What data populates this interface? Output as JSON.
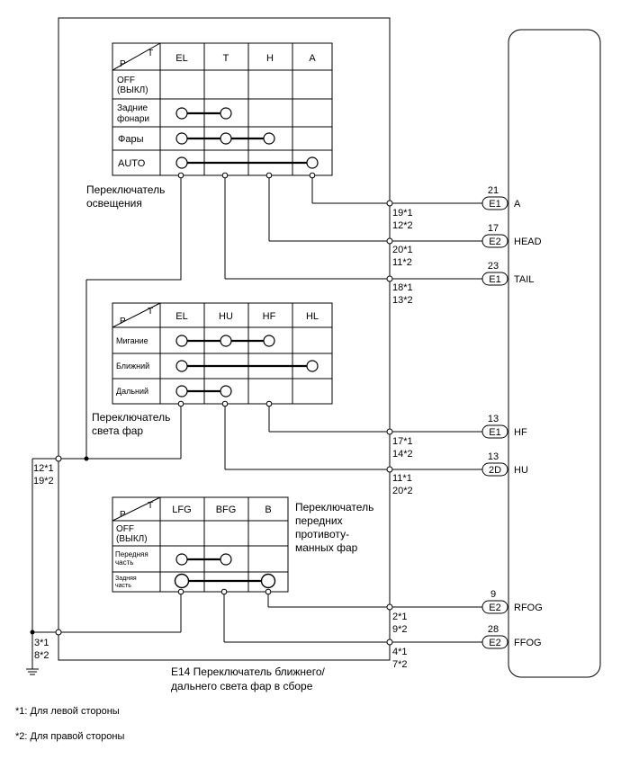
{
  "corner": {
    "p": "P",
    "t": "T"
  },
  "table1": {
    "headers": [
      "EL",
      "T",
      "H",
      "A"
    ],
    "rows": [
      "OFF\n(ВЫКЛ)",
      "Задние\nфонари",
      "Фары",
      "AUTO"
    ],
    "caption": [
      "Переключатель",
      "освещения"
    ]
  },
  "table2": {
    "headers": [
      "EL",
      "HU",
      "HF",
      "HL"
    ],
    "rows": [
      "Мигание",
      "Ближний",
      "Дальний"
    ],
    "caption": [
      "Переключатель",
      "света фар"
    ]
  },
  "table3": {
    "headers": [
      "LFG",
      "BFG",
      "B"
    ],
    "rows": [
      "OFF\n(ВЫКЛ)",
      "Передняя\nчасть",
      "Задняя\nчасть"
    ],
    "caption": [
      "Переключатель",
      "передних",
      "противоту-",
      "манных фар"
    ]
  },
  "pins": {
    "ground_left": [
      "12*1",
      "19*2"
    ],
    "ground_bottom": [
      "3*1",
      "8*2"
    ],
    "a": [
      "19*1",
      "12*2"
    ],
    "head": [
      "20*1",
      "11*2"
    ],
    "tail": [
      "18*1",
      "13*2"
    ],
    "hf": [
      "17*1",
      "14*2"
    ],
    "hu": [
      "11*1",
      "20*2"
    ],
    "rfog": [
      "2*1",
      "9*2"
    ],
    "ffog": [
      "4*1",
      "7*2"
    ]
  },
  "connectors": [
    {
      "num": "21",
      "conn": "E1",
      "signal": "A"
    },
    {
      "num": "17",
      "conn": "E2",
      "signal": "HEAD"
    },
    {
      "num": "23",
      "conn": "E1",
      "signal": "TAIL"
    },
    {
      "num": "13",
      "conn": "E1",
      "signal": "HF"
    },
    {
      "num": "13",
      "conn": "2D",
      "signal": "HU"
    },
    {
      "num": "9",
      "conn": "E2",
      "signal": "RFOG"
    },
    {
      "num": "28",
      "conn": "E2",
      "signal": "FFOG"
    }
  ],
  "assembly_label": [
    "E14 Переключатель ближнего/",
    "дальнего света фар в сборе"
  ],
  "footnotes": [
    "*1: Для левой стороны",
    "*2: Для правой стороны"
  ]
}
